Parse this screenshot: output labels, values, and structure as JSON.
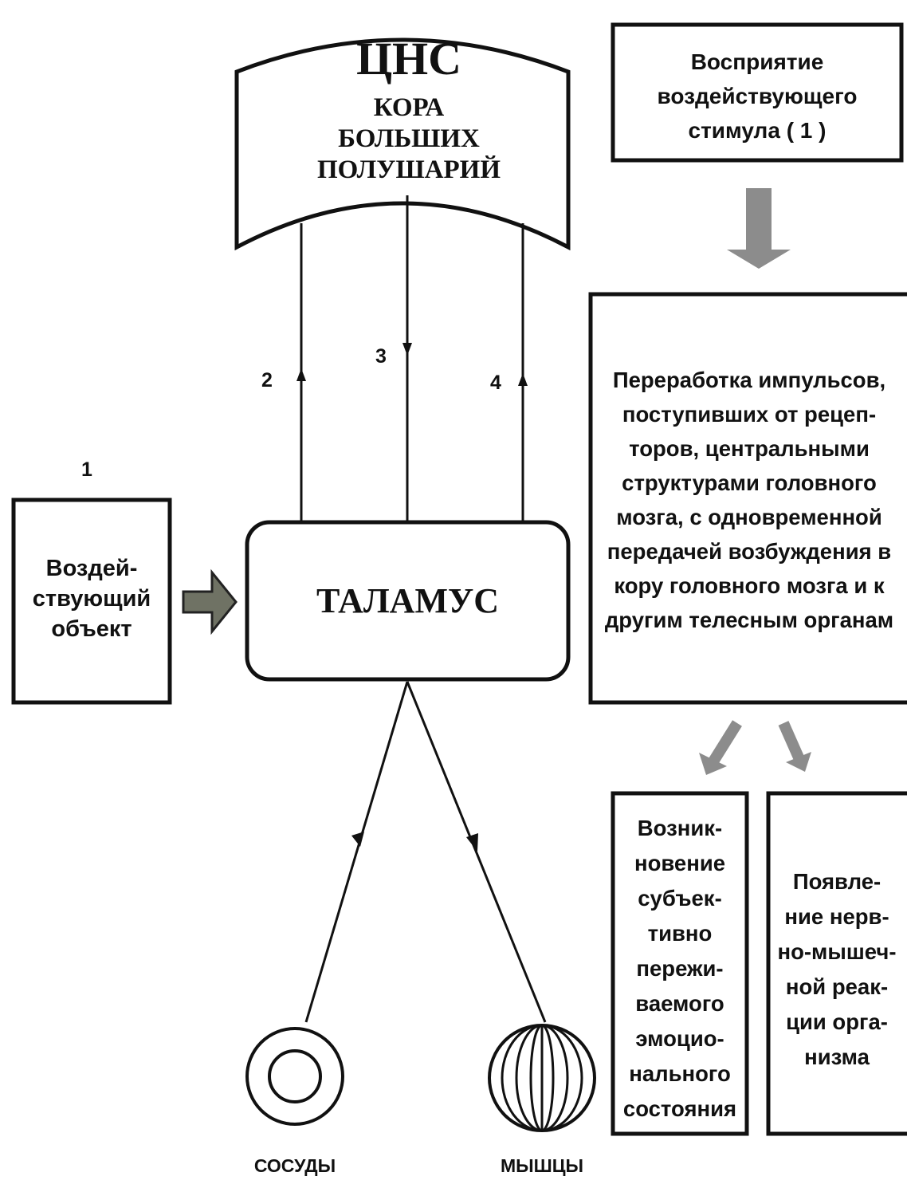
{
  "cns": {
    "title": "ЦНС",
    "subtitle": "КОРА\nБОЛЬШИХ\nПОЛУШАРИЙ"
  },
  "thalamus": {
    "label": "ТАЛАМУС"
  },
  "object_box": {
    "number": "1",
    "label": "Воздей-\nствующий\nобъект"
  },
  "pathways": {
    "p2": "2",
    "p3": "3",
    "p4": "4"
  },
  "targets": {
    "vessels": "СОСУДЫ",
    "muscles": "МЫШЦЫ"
  },
  "steps": {
    "perception": "Восприятие\nвоздействующего\nстимула ( 1 )",
    "processing": "Переработка импульсов,\nпоступивших от рецеп-\nторов, центральными\nструктурами головного\nмозга, с одновременной\nпередачей возбуждения в\nкору головного мозга и к\nдругим телесным органам",
    "emotion": "Возник-\nновение\nсубъек-\nтивно\nпережи-\nваемого\nэмоцио-\nнального\nсостояния",
    "reaction": "Появле-\nние нерв-\nно-мышеч-\nной реак-\nции орга-\nнизма"
  },
  "colors": {
    "line": "#111111",
    "gray_arrow": "#8c8c8c",
    "object_arrow": "#6f7264"
  }
}
